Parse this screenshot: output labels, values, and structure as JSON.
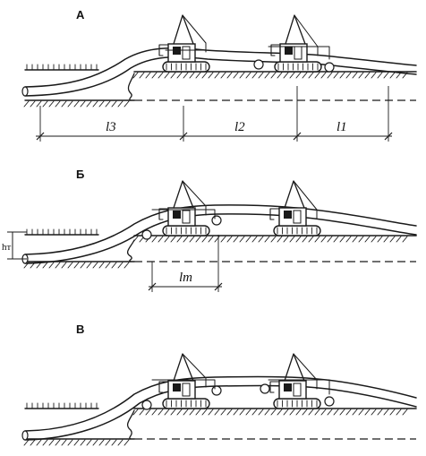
{
  "panels": [
    {
      "label": "А",
      "dims": [
        "l3",
        "l2",
        "l1"
      ]
    },
    {
      "label": "Б",
      "height_label": "hт",
      "length_label": "lт"
    },
    {
      "label": "В"
    }
  ]
}
